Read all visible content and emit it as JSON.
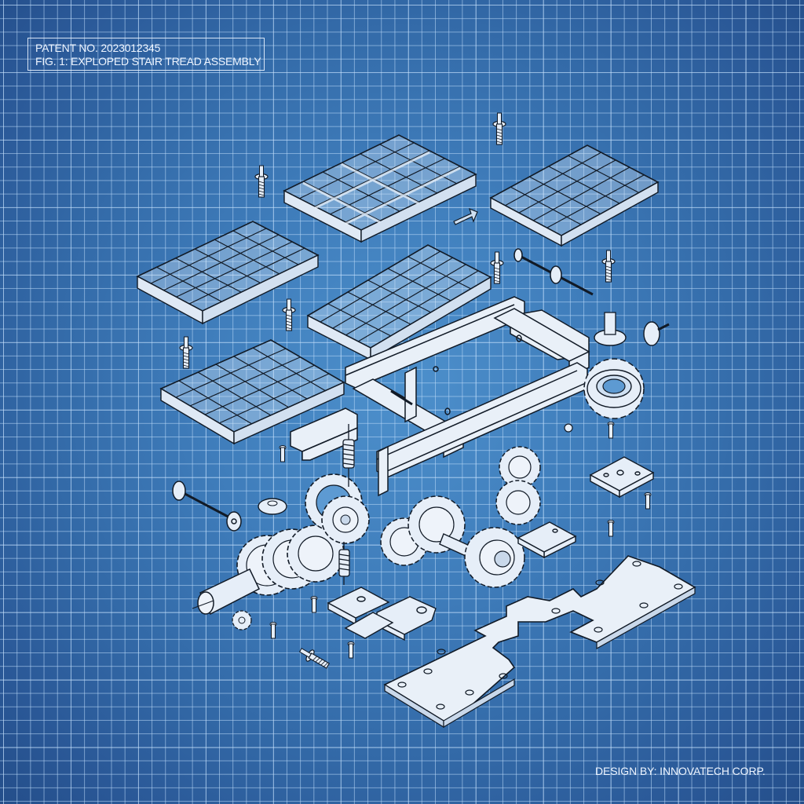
{
  "drawing": {
    "patent_number": "PATENT NO. 2023012345",
    "figure_caption": "FIG. 1: EXPLOPED STAIR TREAD ASSEMBLY",
    "credit": "DESIGN BY: INNOVATECH CORP."
  },
  "style": {
    "background_center": "#4d90cc",
    "background_edge": "#244e8a",
    "grid_line": "#bedcfa",
    "part_fill": "#e6eef8",
    "outline": "#111a26",
    "text": "#eef5ff"
  },
  "components": [
    {
      "name": "grating panel",
      "count": 5
    },
    {
      "name": "main frame",
      "count": 1
    },
    {
      "name": "spur gear",
      "count": 9
    },
    {
      "name": "drive shaft",
      "count": 2
    },
    {
      "name": "axle pin",
      "count": 2
    },
    {
      "name": "bolt / screw",
      "count": 14
    },
    {
      "name": "mounting bracket",
      "count": 3
    },
    {
      "name": "base plate",
      "count": 1
    },
    {
      "name": "spring",
      "count": 2
    }
  ]
}
